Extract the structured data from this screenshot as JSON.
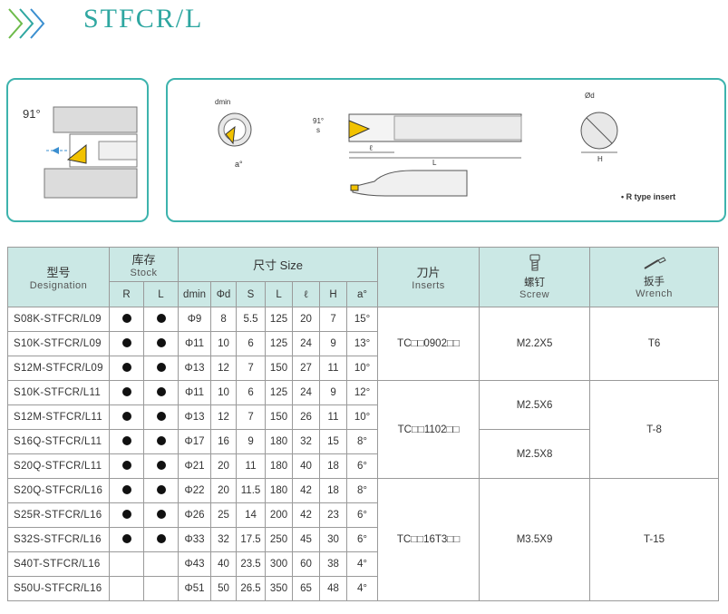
{
  "header": {
    "title": "STFCR/L",
    "icon": "triple-chevron-icon"
  },
  "diagram": {
    "angle_label": "91°",
    "insert_note": "• R type insert",
    "labels": {
      "dmin": "dmin",
      "a": "a°",
      "s": "s",
      "l": "ℓ",
      "L": "L",
      "d": "Ød",
      "H": "H",
      "angle": "91°"
    }
  },
  "table": {
    "headers": {
      "designation_cn": "型号",
      "designation_en": "Designation",
      "stock_cn": "库存",
      "stock_en": "Stock",
      "size_cn": "尺寸 Size",
      "inserts_cn": "刀片",
      "inserts_en": "Inserts",
      "screw_cn": "螺钉",
      "screw_en": "Screw",
      "wrench_cn": "扳手",
      "wrench_en": "Wrench",
      "r": "R",
      "l": "L",
      "dmin": "dmin",
      "d": "Φd",
      "s": "S",
      "L": "L",
      "ell": "ℓ",
      "H": "H",
      "a": "a°"
    },
    "rows": [
      {
        "designation": "S08K-STFCR/L09",
        "r": true,
        "l": true,
        "dmin": "Φ9",
        "d": "8",
        "s": "5.5",
        "L": "125",
        "ell": "20",
        "H": "7",
        "a": "15°"
      },
      {
        "designation": "S10K-STFCR/L09",
        "r": true,
        "l": true,
        "dmin": "Φ11",
        "d": "10",
        "s": "6",
        "L": "125",
        "ell": "24",
        "H": "9",
        "a": "13°"
      },
      {
        "designation": "S12M-STFCR/L09",
        "r": true,
        "l": true,
        "dmin": "Φ13",
        "d": "12",
        "s": "7",
        "L": "150",
        "ell": "27",
        "H": "11",
        "a": "10°"
      },
      {
        "designation": "S10K-STFCR/L11",
        "r": true,
        "l": true,
        "dmin": "Φ11",
        "d": "10",
        "s": "6",
        "L": "125",
        "ell": "24",
        "H": "9",
        "a": "12°"
      },
      {
        "designation": "S12M-STFCR/L11",
        "r": true,
        "l": true,
        "dmin": "Φ13",
        "d": "12",
        "s": "7",
        "L": "150",
        "ell": "26",
        "H": "11",
        "a": "10°"
      },
      {
        "designation": "S16Q-STFCR/L11",
        "r": true,
        "l": true,
        "dmin": "Φ17",
        "d": "16",
        "s": "9",
        "L": "180",
        "ell": "32",
        "H": "15",
        "a": "8°"
      },
      {
        "designation": "S20Q-STFCR/L11",
        "r": true,
        "l": true,
        "dmin": "Φ21",
        "d": "20",
        "s": "11",
        "L": "180",
        "ell": "40",
        "H": "18",
        "a": "6°"
      },
      {
        "designation": "S20Q-STFCR/L16",
        "r": true,
        "l": true,
        "dmin": "Φ22",
        "d": "20",
        "s": "11.5",
        "L": "180",
        "ell": "42",
        "H": "18",
        "a": "8°"
      },
      {
        "designation": "S25R-STFCR/L16",
        "r": true,
        "l": true,
        "dmin": "Φ26",
        "d": "25",
        "s": "14",
        "L": "200",
        "ell": "42",
        "H": "23",
        "a": "6°"
      },
      {
        "designation": "S32S-STFCR/L16",
        "r": true,
        "l": true,
        "dmin": "Φ33",
        "d": "32",
        "s": "17.5",
        "L": "250",
        "ell": "45",
        "H": "30",
        "a": "6°"
      },
      {
        "designation": "S40T-STFCR/L16",
        "r": false,
        "l": false,
        "dmin": "Φ43",
        "d": "40",
        "s": "23.5",
        "L": "300",
        "ell": "60",
        "H": "38",
        "a": "4°"
      },
      {
        "designation": "S50U-STFCR/L16",
        "r": false,
        "l": false,
        "dmin": "Φ51",
        "d": "50",
        "s": "26.5",
        "L": "350",
        "ell": "65",
        "H": "48",
        "a": "4°"
      }
    ],
    "groups": [
      {
        "insert": "TC□□0902□□",
        "screw": [
          "M2.2X5"
        ],
        "wrench": "T6"
      },
      {
        "insert": "TC□□1102□□",
        "screw": [
          "M2.5X6",
          "M2.5X8"
        ],
        "wrench": "T-8"
      },
      {
        "insert": "TC□□16T3□□",
        "screw": [
          "M3.5X9"
        ],
        "wrench": "T-15"
      }
    ]
  }
}
